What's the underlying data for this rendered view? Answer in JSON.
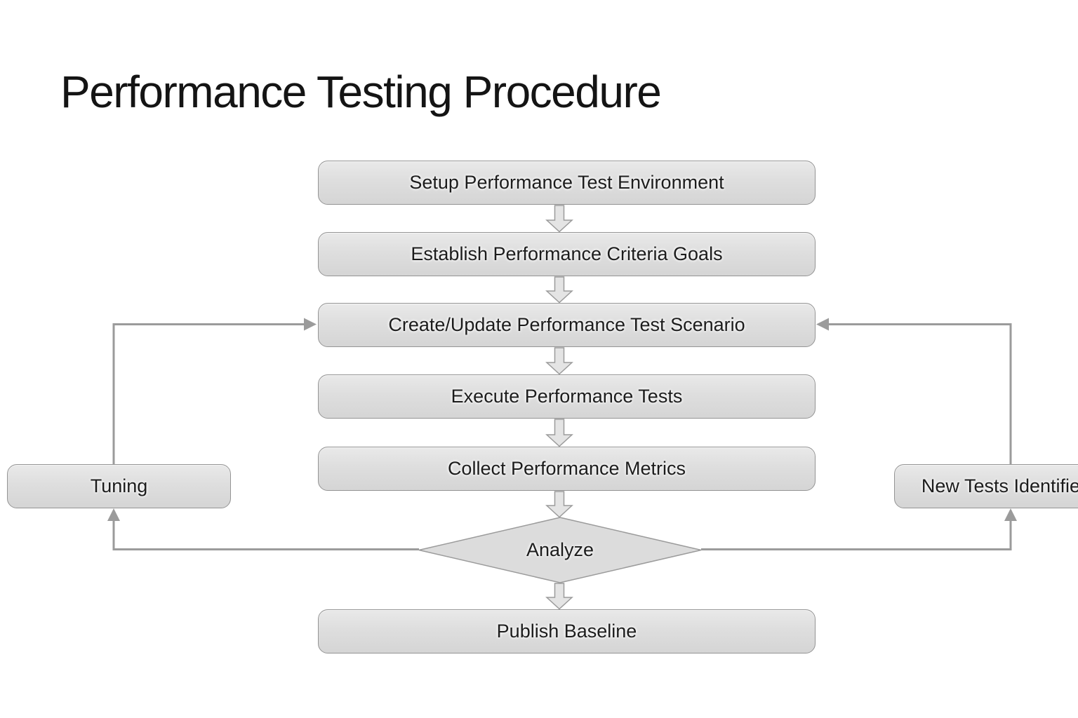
{
  "slide": {
    "title": "Performance Testing Procedure"
  },
  "flowchart": {
    "steps": [
      {
        "id": "setup-environment",
        "type": "process",
        "label": "Setup Performance Test Environment"
      },
      {
        "id": "establish-criteria",
        "type": "process",
        "label": "Establish Performance Criteria Goals"
      },
      {
        "id": "create-update-scenario",
        "type": "process",
        "label": "Create/Update Performance Test Scenario"
      },
      {
        "id": "execute-tests",
        "type": "process",
        "label": "Execute Performance Tests"
      },
      {
        "id": "collect-metrics",
        "type": "process",
        "label": "Collect Performance Metrics"
      },
      {
        "id": "analyze",
        "type": "decision",
        "label": "Analyze"
      },
      {
        "id": "publish-baseline",
        "type": "process",
        "label": "Publish Baseline"
      }
    ],
    "side_labels": [
      {
        "id": "tuning",
        "side": "left",
        "label": "Tuning"
      },
      {
        "id": "new-tests",
        "side": "right",
        "label": "New Tests Identified"
      }
    ],
    "colors": {
      "shape_fill": "#dcdcdc",
      "shape_border": "#949494",
      "connector": "#9b9b9b",
      "text": "#1c1c1c",
      "background": "#ffffff"
    }
  }
}
